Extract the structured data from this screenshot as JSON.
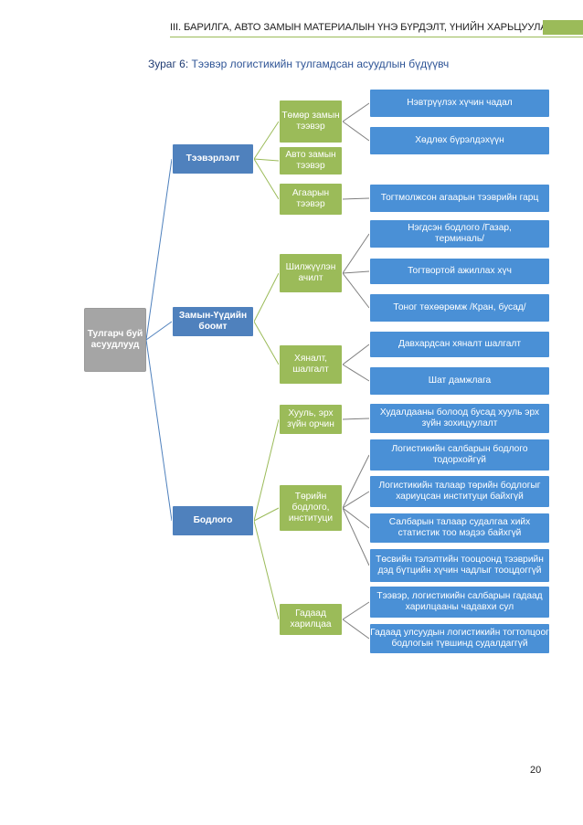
{
  "header": {
    "title": "III. БАРИЛГА, АВТО ЗАМЫН МАТЕРИАЛЫН ҮНЭ БҮРДЭЛТ, ҮНИЙН ХАРЬЦУУЛАЛТ",
    "accent_color": "#9bbb59"
  },
  "caption": {
    "label": "Зураг 6",
    "text": "Тээвэр логистикийн тулгамдсан асуудлын бүдүүвч"
  },
  "diagram": {
    "root": "Тулгарч буй асуудлууд",
    "branches": [
      {
        "label": "Тээвэрлэлт",
        "children": [
          {
            "label": "Төмөр замын тээвэр",
            "children": [
              "Нэвтрүүлэх хүчин чадал",
              "Хөдлөх бүрэлдэхүүн"
            ]
          },
          {
            "label": "Авто замын тээвэр",
            "children": []
          },
          {
            "label": "Агаарын тээвэр",
            "children": [
              "Тогтмолжсон агаарын тээврийн гарц"
            ]
          }
        ]
      },
      {
        "label": "Замын-Үүдийн боомт",
        "children": [
          {
            "label": "Шилжүүлэн ачилт",
            "children": [
              "Нэгдсэн бодлого /Газар, терминаль/",
              "Тогтвортой ажиллах хүч",
              "Тоног төхөөрөмж /Кран, бусад/"
            ]
          },
          {
            "label": "Хяналт, шалгалт",
            "children": [
              "Давхардсан хяналт шалгалт",
              "Шат дамжлага"
            ]
          }
        ]
      },
      {
        "label": "Бодлого",
        "children": [
          {
            "label": "Хууль, эрх зүйн орчин",
            "children": [
              "Худалдааны болоод бусад хууль эрх зүйн зохицуулалт"
            ]
          },
          {
            "label": "Төрийн бодлого, институци",
            "children": [
              "Логистикийн салбарын бодлого тодорхойгүй",
              "Логистикийн талаар төрийн бодлогыг хариуцсан институци байхгүй",
              "Салбарын талаар судалгаа хийх статистик тоо мэдээ байхгүй",
              "Төсвийн тэлэлтийн тооцоонд тээврийн дэд бүтцийн хүчин чадлыг тооцдоггүй"
            ]
          },
          {
            "label": "Гадаад харилцаа",
            "children": [
              "Тээвэр, логистикийн салбарын гадаад харилцааны чадавхи сул",
              "Гадаад улсуудын логистикийн тогтолцоог бодлогын түвшинд судалдаггүй"
            ]
          }
        ]
      }
    ],
    "colors": {
      "root": "#a5a5a5",
      "level1": "#4f81bd",
      "level2": "#9bbb59",
      "level3": "#4a90d6"
    }
  },
  "page_number": "20"
}
